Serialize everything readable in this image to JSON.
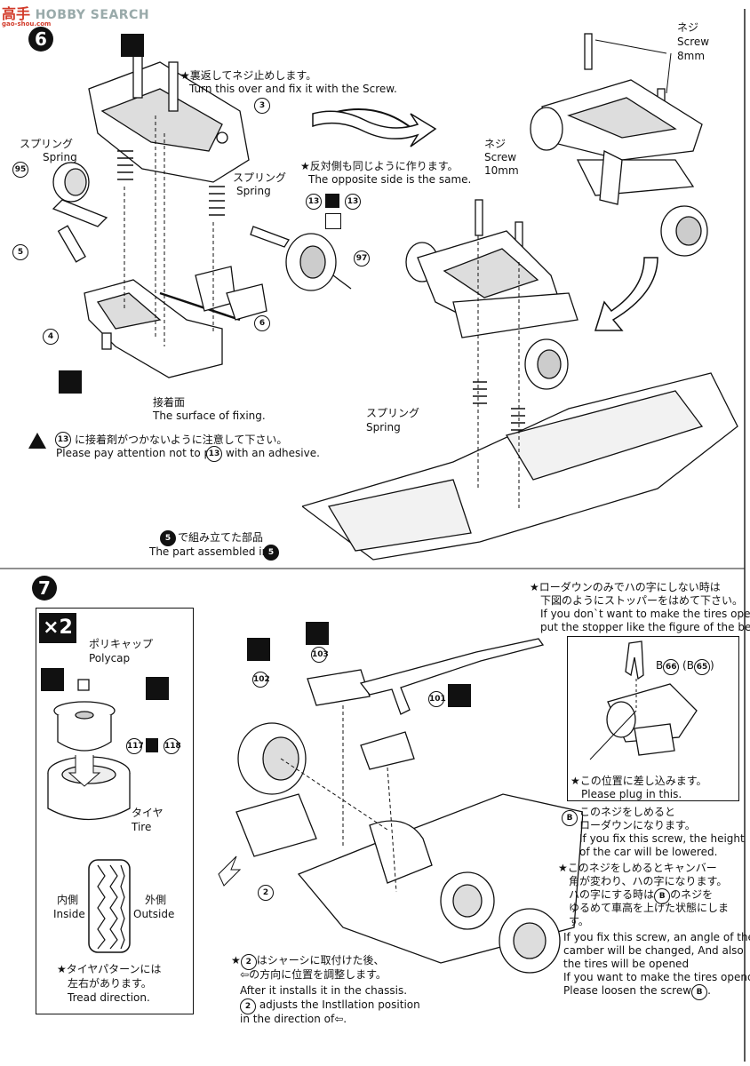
{
  "watermark": {
    "logo": "高手",
    "site": "HOBBY SEARCH",
    "url": "gao-shou.com"
  },
  "step6": {
    "number": "6",
    "note1_jp": "★裏返してネジ止めします。",
    "note1_en": "Turn this over and fix it with the Screw.",
    "note2_jp": "★反対側も同じように作ります。",
    "note2_en": "The opposite side is the same.",
    "spring_jp": "スプリング",
    "spring_en": "Spring",
    "screw8_jp": "ネジ",
    "screw8_en": "Screw",
    "screw8_size": "8mm",
    "screw10_jp": "ネジ",
    "screw10_en": "Screw",
    "screw10_size": "10mm",
    "parts": {
      "p3": "3",
      "p95": "95",
      "p5": "5",
      "p4": "4",
      "p6": "6",
      "p13": "13",
      "p97": "97"
    },
    "fix_jp": "接着面",
    "fix_en": "The surface of fixing.",
    "warn_jp": "に接着剤がつかないように注意して下さい。",
    "warn_en_pre": "Please pay attention not to put",
    "warn_en_post": "with an adhesive.",
    "assembled_jp": "で組み立てた部品",
    "assembled_en": "The part assembled in",
    "assembled_ref": "5"
  },
  "step7": {
    "number": "7",
    "x2": "×2",
    "polycap_jp": "ポリキャップ",
    "polycap_en": "Polycap",
    "p117": "117",
    "p118": "118",
    "tire_jp": "タイヤ",
    "tire_en": "Tire",
    "inner_jp": "内側",
    "inner_en": "Inside",
    "outer_jp": "外側",
    "outer_en": "Outside",
    "tread_jp1": "★タイヤパターンには",
    "tread_jp2": "左右があります。",
    "tread_en": "Tread direction.",
    "p102": "102",
    "p103": "103",
    "p101": "101",
    "p2": "2",
    "low_jp1": "★ローダウンのみでハの字にしない時は",
    "low_jp2": "下図のようにストッパーをはめて下さい。",
    "low_en1": "If you don`t want to make the tires opened,",
    "low_en2": "put the stopper like the figure of the below.",
    "b66": "66",
    "b65": "65",
    "plug_jp": "★この位置に差し込みます。",
    "plug_en": "Please plug in this.",
    "screwB_jp1": "このネジをしめると",
    "screwB_jp2": "ローダウンになります。",
    "screwB_en1": "If you fix this screw, the height",
    "screwB_en2": "of the car will be lowered.",
    "camber_jp1": "★このネジをしめるとキャンバー",
    "camber_jp2": "角が変わり、ハの字になります。",
    "camber_jp3": "ハの字にする時は",
    "camber_jp3b": "のネジを",
    "camber_jp4": "ゆるめて車高を上げた状態にしま",
    "camber_jp5": "す。",
    "camber_en1": "If you fix this screw, an angle of the",
    "camber_en2": "camber will be changed, And also",
    "camber_en3": "the tires will be opened",
    "camber_en4": "If you want to make the tires opend,",
    "camber_en5": "Please loosen the screw",
    "chassis_jp1": "はシャーシに取付けた後、",
    "chassis_jp2": "の方向に位置を調整します。",
    "chassis_en1": "After it installs it in the chassis.",
    "chassis_en2": "adjusts the Instllation position",
    "chassis_en3": "in the direction of"
  }
}
